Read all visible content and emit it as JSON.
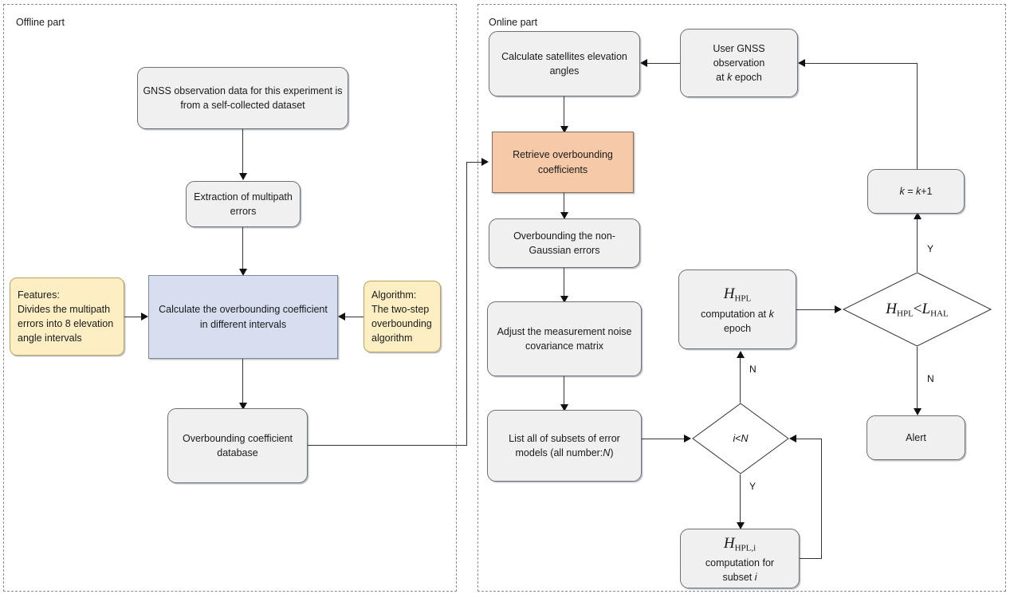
{
  "diagram": {
    "type": "flowchart",
    "title": "GNSS overbounding integrity monitoring workflow",
    "regions": [
      {
        "id": "offline",
        "label": "Offline part"
      },
      {
        "id": "online",
        "label": "Online part"
      }
    ],
    "colors": {
      "default_fill": "#f0f0f0",
      "highlight_blue": "#d6deef",
      "highlight_orange": "#f6c9a8",
      "note_yellow": "#fdeec3",
      "border": "#6b6f76",
      "line": "#333333"
    }
  },
  "offline": {
    "title": "Offline part",
    "nodes": {
      "data_source": "GNSS observation data for this experiment is from a self-collected dataset",
      "extraction": "Extraction of multipath errors",
      "calculate": "Calculate the overbounding coefficient in different intervals",
      "database": "Overbounding coefficient database",
      "features_note": "Features:\nDivides the multipath errors into 8 elevation angle intervals",
      "features_title": "Features:",
      "features_body": "Divides the multipath errors into 8 elevation angle intervals",
      "algorithm_title": "Algorithm:",
      "algorithm_body": "The two-step overbounding algorithm"
    }
  },
  "online": {
    "title": "Online part",
    "nodes": {
      "user_obs_l1": "User GNSS",
      "user_obs_l2": "observation",
      "user_obs_l3_pre": "at ",
      "user_obs_l3_var": "k",
      "user_obs_l3_post": " epoch",
      "calc_elev": "Calculate satellites elevation angles",
      "retrieve": "Retrieve overbounding coefficients",
      "overbound": "Overbounding the non-Gaussian errors",
      "adjust": "Adjust the measurement noise covariance matrix",
      "list_subsets_pre": "List all of subsets of error models (all number:",
      "list_subsets_var": "N",
      "list_subsets_post": ")",
      "hpl_k_var": "H",
      "hpl_k_sub": "HPL",
      "hpl_k_line2_pre": "computation at ",
      "hpl_k_line2_var": "k",
      "hpl_k_line3": "epoch",
      "hpl_i_var": "H",
      "hpl_i_sub": "HPL,i",
      "hpl_i_line2": "computation for",
      "hpl_i_line3_pre": "subset ",
      "hpl_i_line3_var": "i",
      "k_increment_pre": "k",
      "k_increment_mid": " = ",
      "k_increment_var2": "k",
      "k_increment_post": "+1",
      "alert": "Alert"
    },
    "decisions": {
      "i_lt_n_var1": "i",
      "i_lt_n_op": "<",
      "i_lt_n_var2": "N",
      "hpl_hal_v1": "H",
      "hpl_hal_s1": "HPL",
      "hpl_hal_op": "<",
      "hpl_hal_v2": "L",
      "hpl_hal_s2": "HAL"
    },
    "edge_labels": {
      "i_lt_n_no": "N",
      "i_lt_n_yes": "Y",
      "hpl_hal_yes": "Y",
      "hpl_hal_no": "N"
    }
  }
}
